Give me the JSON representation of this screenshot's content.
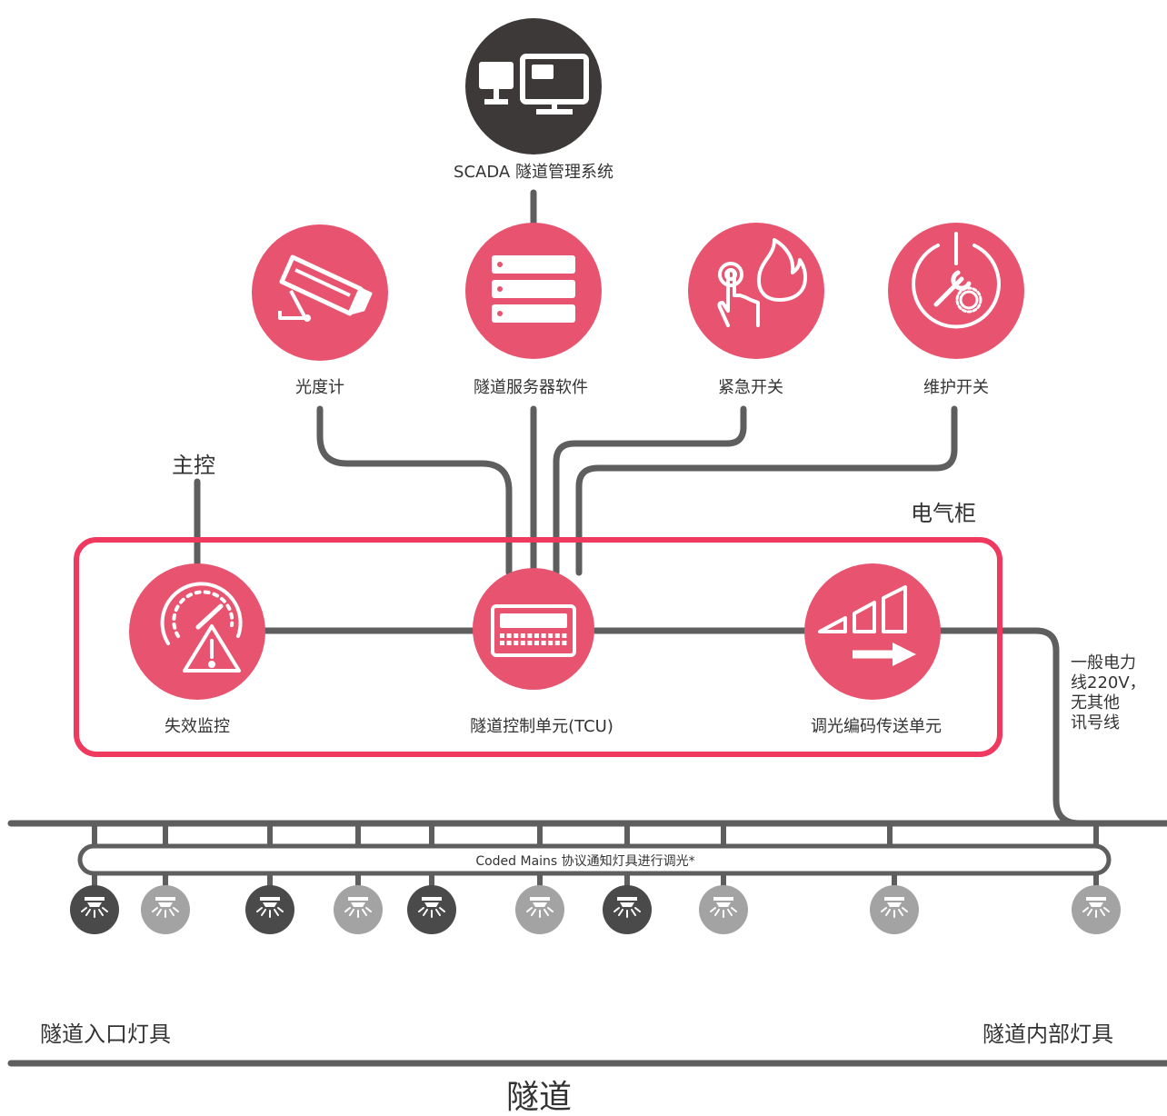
{
  "colors": {
    "accent": "#E8546F",
    "cabinet_border": "#F0395F",
    "dark": "#3D3938",
    "line": "#5E5E5E",
    "lamp_dark": "#4A4A4A",
    "lamp_light": "#A3A3A3"
  },
  "nodes": {
    "scada": {
      "label": "SCADA 隧道管理系统",
      "icon": "computer-monitor-icon"
    },
    "light_meter": {
      "label": "光度计",
      "icon": "camera-sensor-icon"
    },
    "server_software": {
      "label": "隧道服务器软件",
      "icon": "server-icon"
    },
    "emergency_switch": {
      "label": "紧急开关",
      "icon": "fire-push-button-icon"
    },
    "maintenance_switch": {
      "label": "维护开关",
      "icon": "wrench-gear-power-icon"
    },
    "failure_monitor": {
      "label": "失效监控",
      "icon": "gauge-warning-icon"
    },
    "tcu": {
      "label": "隧道控制单元(TCU)",
      "icon": "control-panel-icon"
    },
    "dimming_unit": {
      "label": "调光编码传送单元",
      "icon": "signal-arrow-icon"
    }
  },
  "labels": {
    "main_control": "主控",
    "cabinet": "电气柜",
    "power_note": "一般电力\n线220V，\n无其他\n讯号线",
    "bus": "Coded Mains 协议通知灯具进行调光*",
    "entrance_lights": "隧道入口灯具",
    "interior_lights": "隧道内部灯具",
    "tunnel": "隧道"
  },
  "lamps": [
    {
      "tone": "dark",
      "icon": "ceiling-lamp-icon"
    },
    {
      "tone": "light",
      "icon": "ceiling-lamp-icon"
    },
    {
      "tone": "dark",
      "icon": "ceiling-lamp-icon"
    },
    {
      "tone": "light",
      "icon": "ceiling-lamp-icon"
    },
    {
      "tone": "dark",
      "icon": "ceiling-lamp-icon"
    },
    {
      "tone": "light",
      "icon": "ceiling-lamp-icon"
    },
    {
      "tone": "dark",
      "icon": "ceiling-lamp-icon"
    },
    {
      "tone": "light",
      "icon": "ceiling-lamp-icon"
    },
    {
      "tone": "light",
      "icon": "ceiling-lamp-icon"
    },
    {
      "tone": "light",
      "icon": "ceiling-lamp-icon"
    }
  ]
}
